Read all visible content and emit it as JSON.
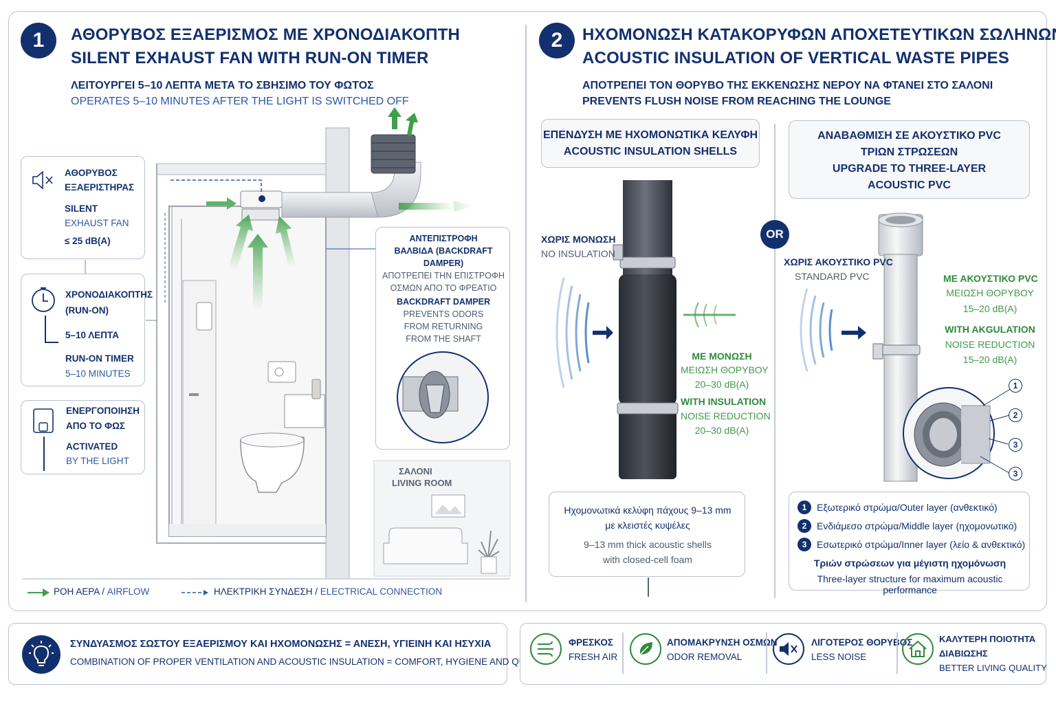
{
  "section1": {
    "number": "1",
    "title_gr": "ΑΘΟΡΥΒΟΣ ΕΞΑΕΡΙΣΜΟΣ ΜΕ ΧΡΟΝΟΔΙΑΚΟΠΤΗ",
    "title_en": "SILENT EXHAUST FAN WITH RUN-ON TIMER",
    "subtitle_gr": "ΛΕΙΤΟΥΡΓΕΙ 5–10 ΛΕΠΤΑ ΜΕΤΑ ΤΟ ΣΒΗΣΙΜΟ ΤΟΥ ΦΩΤΟΣ",
    "subtitle_en": "OPERATES 5–10 MINUTES AFTER THE LIGHT IS SWITCHED OFF",
    "fan_card": {
      "gr1": "ΑΘΟΡΥΒΟΣ",
      "gr2": "ΕΞΑΕΡΙΣΤΗΡΑΣ",
      "en1": "SILENT",
      "en2": "EXHAUST FAN",
      "db": "≤ 25 dB(A)"
    },
    "timer_card": {
      "gr1": "ΧΡΟΝΟΔΙΑΚΟΠΤΗΣ",
      "gr2": "(RUN-ON)",
      "gr3": "5–10 ΛΕΠΤΑ",
      "en1": "RUN-ON TIMER",
      "en2": "5–10 MINUTES"
    },
    "light_card": {
      "gr1": "ΕΝΕΡΓΟΠΟΙΗΣΗ",
      "gr2": "ΑΠΟ ΤΟ ΦΩΣ",
      "en1": "ACTIVATED",
      "en2": "BY THE LIGHT"
    },
    "damper": {
      "gr1": "ΑΝΤΕΠΙΣΤΡΟΦΗ",
      "gr2": "ΒΑΛΒΙΔΑ (BACKDRAFT",
      "gr3": "DAMPER)",
      "gr4": "ΑΠΟΤΡΕΠΕΙ ΤΗΝ ΕΠΙΣΤΡΟΦΗ",
      "gr5": "ΟΣΜΩΝ ΑΠΟ ΤΟ ΦΡΕΑΤΙΟ",
      "en1": "BACKDRAFT DAMPER",
      "en2": "PREVENTS ODORS",
      "en3": "FROM RETURNING",
      "en4": "FROM THE SHAFT"
    },
    "living_room": {
      "gr": "ΣΑΛΟΝΙ",
      "en": "LIVING ROOM"
    },
    "legend": {
      "airflow_gr": "ΡΟΗ ΑΕΡΑ",
      "airflow_sep": " / ",
      "airflow_en": "AIRFLOW",
      "elec_gr": "ΗΛΕΚΤΡΙΚΗ ΣΥΝΔΕΣΗ",
      "elec_sep": " / ",
      "elec_en": "ELECTRICAL CONNECTION"
    }
  },
  "section2": {
    "number": "2",
    "title_gr": "ΗΧΟΜΟΝΩΣΗ ΚΑΤΑΚΟΡΥΦΩΝ ΑΠΟΧΕΤΕΥΤΙΚΩΝ ΣΩΛΗΝΩΝ",
    "title_en": "ACOUSTIC INSULATION OF VERTICAL WASTE PIPES",
    "subtitle_gr": "ΑΠΟΤΡΕΠΕΙ ΤΟΝ ΘΟΡΥΒΟ ΤΗΣ ΕΚΚΕΝΩΣΗΣ ΝΕΡΟΥ ΝΑ ΦΤΑΝΕΙ ΣΤΟ ΣΑΛΟΝΙ",
    "subtitle_en": "PREVENTS FLUSH NOISE FROM REACHING THE LOUNGE",
    "shells": {
      "title_gr": "ΕΠΕΝΔΥΣΗ ΜΕ ΗΧΟΜΟΝΩΤΙΚΑ ΚΕΛΥΦΗ",
      "title_en": "ACOUSTIC INSULATION SHELLS",
      "no_ins_gr": "ΧΩΡΙΣ ΜΟΝΩΣΗ",
      "no_ins_en": "NO INSULATION",
      "with_gr1": "ΜΕ ΜΟΝΩΣΗ",
      "with_gr2": "ΜΕΙΩΣΗ ΘΟΡΥΒΟΥ",
      "with_gr3": "20–30 dB(A)",
      "with_en1": "WITH INSULATION",
      "with_en2": "NOISE REDUCTION",
      "with_en3": "20–30 dB(A)",
      "note_gr1": "Ηχομονωτικά κελύφη πάχους 9–13 mm",
      "note_gr2": "με κλειστές κυψέλες",
      "note_en1": "9–13 mm thick acoustic shells",
      "note_en2": "with closed-cell foam"
    },
    "or": "OR",
    "pvc": {
      "title_gr1": "ΑΝΑΒΑΘΜΙΣΗ ΣΕ ΑΚΟΥΣΤΙΚΟ PVC",
      "title_gr2": "ΤΡΙΩΝ ΣΤΡΩΣΕΩΝ",
      "title_en1": "UPGRADE TO THREE-LAYER",
      "title_en2": "ACOUSTIC PVC",
      "no_gr": "ΧΩΡΙΣ ΑΚΟΥΣΤΙΚΟ PVC",
      "no_en": "STANDARD PVC",
      "with_gr1": "ΜΕ ΑΚΟΥΣΤΙΚΟ PVC",
      "with_gr2": "ΜΕΙΩΣΗ ΘΟΡΥΒΟΥ",
      "with_gr3": "15–20 dB(A)",
      "with_en1": "WITH AKGULATION",
      "with_en2": "NOISE REDUCTION",
      "with_en3": "15–20 dB(A)",
      "layers": [
        {
          "n": "1",
          "gr": "Εξωτερικό στρώμα",
          "sep": " / ",
          "en": "Outer layer (ανθεκτικό)"
        },
        {
          "n": "2",
          "gr": "Ενδιάμεσο στρώμα",
          "sep": " / ",
          "en": "Middle layer (ηχομονωτικό)"
        },
        {
          "n": "3",
          "gr": "Εσωτερικό στρώμα",
          "sep": " / ",
          "en": "Inner layer (λείο & ανθεκτικό)"
        }
      ],
      "callouts": [
        "1",
        "2",
        "3",
        "3"
      ],
      "summary_gr": "Τριών στρώσεων για μέγιστη ηχομόνωση",
      "summary_en": "Three-layer structure for maximum acoustic performance"
    }
  },
  "footer": {
    "combo_gr": "ΣΥΝΔΥΑΣΜΟΣ ΣΩΣΤΟΥ ΕΞΑΕΡΙΣΜΟΥ ΚΑΙ ΗΧΟΜΟΝΩΣΗΣ = ΑΝΕΣΗ, ΥΓΙΕΙΝΗ ΚΑΙ ΗΣΥΧΙΑ",
    "combo_en": "COMBINATION OF PROPER VENTILATION AND ACOUSTIC INSULATION = COMFORT, HYGIENE AND QUIET",
    "features": [
      {
        "icon": "fresh-air-icon",
        "gr": "ΦΡΕΣΚΟΣ",
        "en": "FRESH AIR"
      },
      {
        "icon": "leaf-icon",
        "gr": "ΑΠΟΜΑΚΡΥΝΣΗ ΟΣΜΩΝ",
        "en": "ODOR REMOVAL"
      },
      {
        "icon": "speaker-mute-icon",
        "gr": "ΛΙΓΟΤΕΡΟΣ ΘΟΡΥΒΟΣ",
        "en": "LESS NOISE"
      },
      {
        "icon": "house-icon",
        "gr": "ΚΑΛΥΤΕΡΗ ΠΟΙΟΤΗΤΑ",
        "gr2": "ΔΙΑΒΙΩΣΗΣ",
        "en": "BETTER LIVING QUALITY"
      }
    ]
  },
  "colors": {
    "navy": "#13306e",
    "blue": "#2c58a8",
    "green": "#2f8a3a",
    "border": "#b9c2d0"
  }
}
